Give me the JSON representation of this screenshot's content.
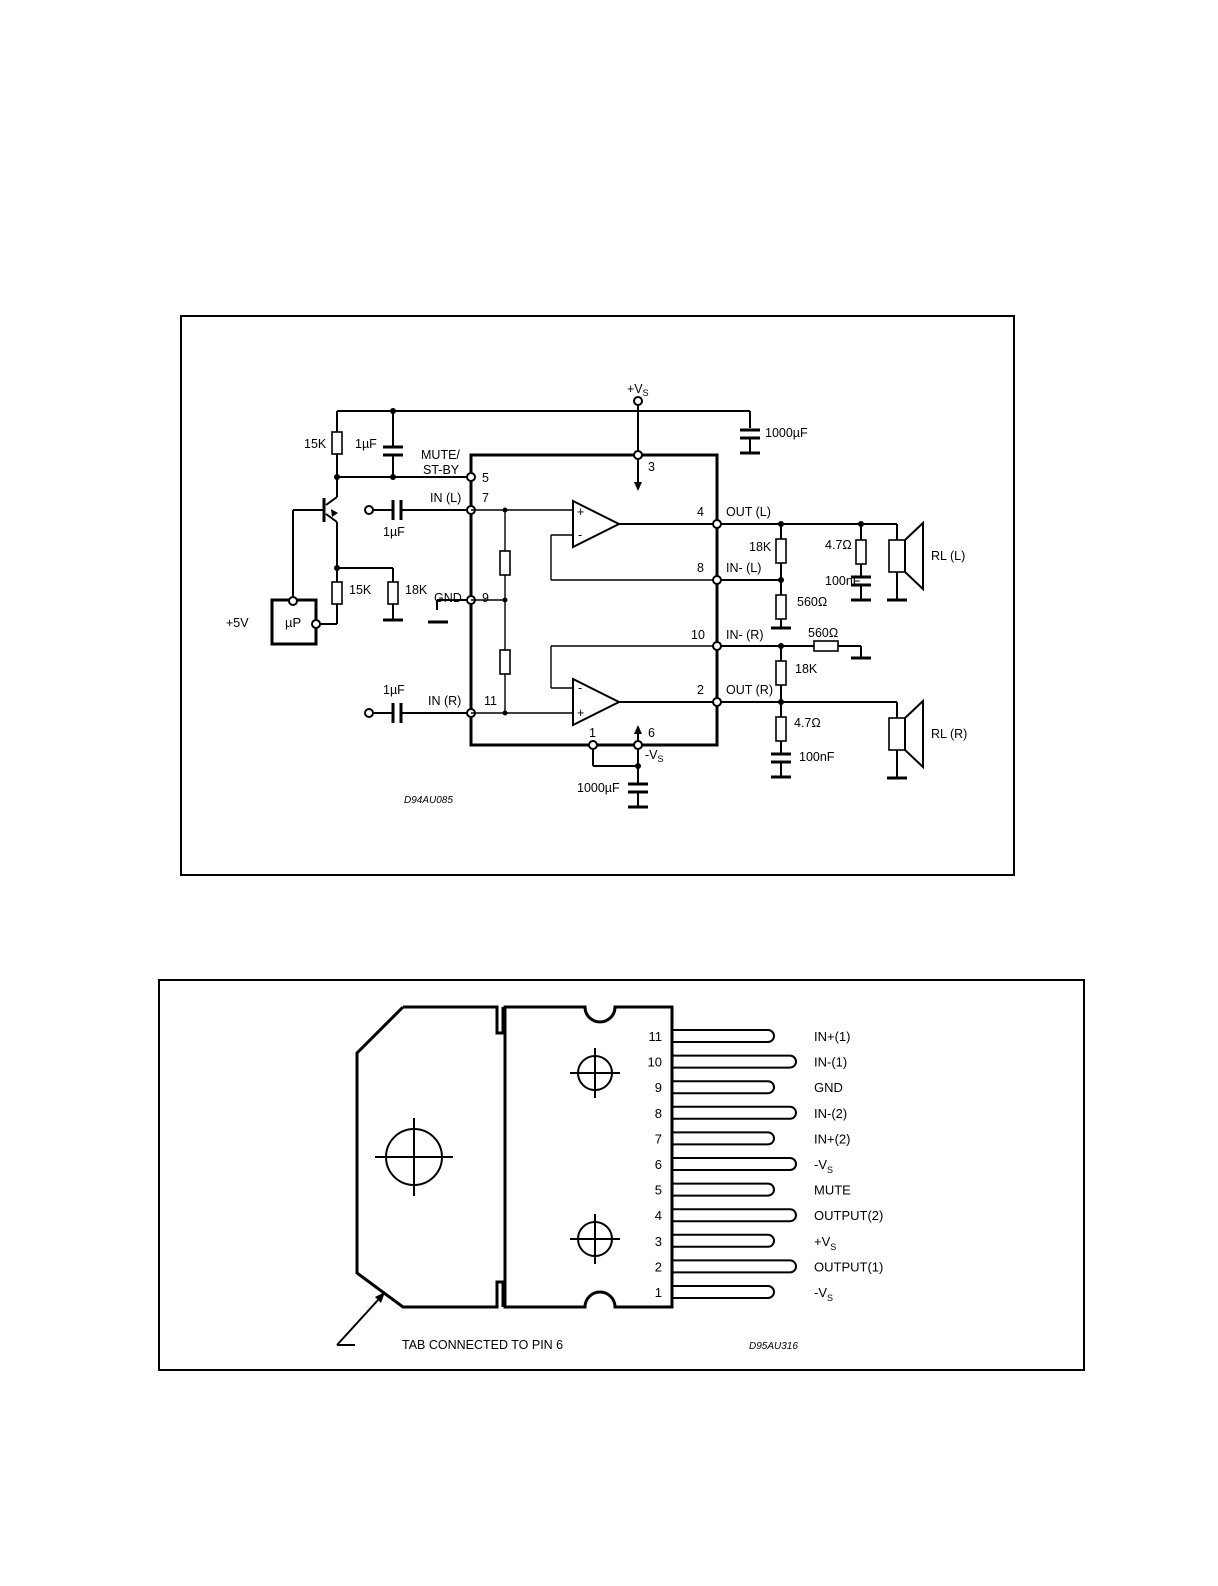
{
  "schematic": {
    "supply_pos": "+V",
    "supply_neg": "-V",
    "supply_sub": "S",
    "cap_1000uF": "1000µF",
    "cap_1uF": "1µF",
    "res_15k": "15K",
    "res_18k": "18K",
    "res_560": "560Ω",
    "res_4_7": "4.7Ω",
    "cap_100nF": "100nF",
    "mute_label_1": "MUTE/",
    "mute_label_2": "ST-BY",
    "in_l": "IN (L)",
    "in_r": "IN (R)",
    "gnd": "GND",
    "out_l": "OUT (L)",
    "out_r": "OUT (R)",
    "inm_l": "IN- (L)",
    "inm_r": "IN- (R)",
    "rl_l": "RL (L)",
    "rl_r": "RL (R)",
    "plus5v": "+5V",
    "micro": "µP",
    "plus_sign": "+",
    "minus_sign": "-",
    "pins": {
      "p1": "1",
      "p2": "2",
      "p3": "3",
      "p4": "4",
      "p5": "5",
      "p6": "6",
      "p7": "7",
      "p8": "8",
      "p9": "9",
      "p10": "10",
      "p11": "11"
    },
    "code": "D94AU085"
  },
  "package": {
    "pins": [
      {
        "num": "11",
        "label": "IN+(1)"
      },
      {
        "num": "10",
        "label": "IN-(1)"
      },
      {
        "num": "9",
        "label": "GND"
      },
      {
        "num": "8",
        "label": "IN-(2)"
      },
      {
        "num": "7",
        "label": "IN+(2)"
      },
      {
        "num": "6",
        "label": "-V",
        "sub": "S"
      },
      {
        "num": "5",
        "label": "MUTE"
      },
      {
        "num": "4",
        "label": "OUTPUT(2)"
      },
      {
        "num": "3",
        "label": "+V",
        "sub": "S"
      },
      {
        "num": "2",
        "label": "OUTPUT(1)"
      },
      {
        "num": "1",
        "label": "-V",
        "sub": "S"
      }
    ],
    "tab_note": "TAB CONNECTED TO PIN 6",
    "code": "D95AU316"
  }
}
